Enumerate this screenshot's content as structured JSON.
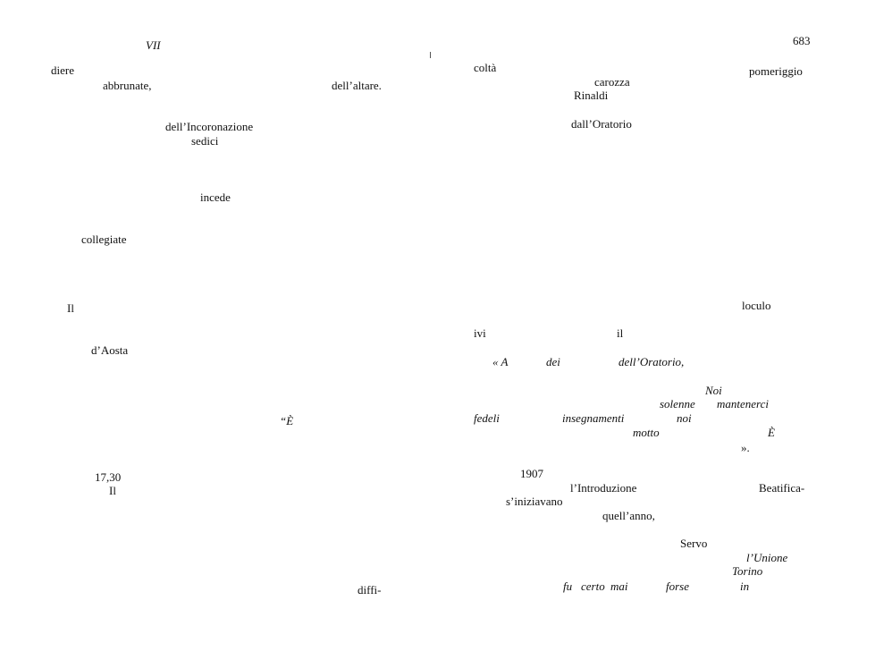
{
  "left_page": {
    "header": "VII",
    "words": [
      {
        "text": "diere",
        "italic": false
      },
      {
        "text": "abbrunate,",
        "italic": false
      },
      {
        "text": "dell’altare.",
        "italic": false
      },
      {
        "text": "dell’Incoronazione",
        "italic": false
      },
      {
        "text": "sedici",
        "italic": false
      },
      {
        "text": "incede",
        "italic": false
      },
      {
        "text": "collegiate",
        "italic": false
      },
      {
        "text": "Il",
        "italic": false
      },
      {
        "text": "d’Aosta",
        "italic": false
      },
      {
        "text": "“È",
        "italic": true
      },
      {
        "text": "17,30",
        "italic": false
      },
      {
        "text": "Il",
        "italic": false
      },
      {
        "text": "diffi-",
        "italic": false
      }
    ]
  },
  "right_page": {
    "page_number": "683",
    "words": [
      {
        "text": "coltà",
        "italic": false
      },
      {
        "text": "pomeriggio",
        "italic": false
      },
      {
        "text": "carozza",
        "italic": false
      },
      {
        "text": "Rinaldi",
        "italic": false
      },
      {
        "text": "dall’Oratorio",
        "italic": false
      },
      {
        "text": "loculo",
        "italic": false
      },
      {
        "text": "ivi",
        "italic": false
      },
      {
        "text": "il",
        "italic": false
      },
      {
        "text": "« A",
        "italic": true
      },
      {
        "text": "dei",
        "italic": true
      },
      {
        "text": "dell’Oratorio,",
        "italic": true
      },
      {
        "text": "Noi",
        "italic": true
      },
      {
        "text": "solenne",
        "italic": true
      },
      {
        "text": "mantenerci",
        "italic": true
      },
      {
        "text": "fedeli",
        "italic": true
      },
      {
        "text": "insegnamenti",
        "italic": true
      },
      {
        "text": "noi",
        "italic": true
      },
      {
        "text": "motto",
        "italic": true
      },
      {
        "text": "È",
        "italic": true
      },
      {
        "text": "».",
        "italic": false
      },
      {
        "text": "1907",
        "italic": false
      },
      {
        "text": "l’Introduzione",
        "italic": false
      },
      {
        "text": "Beatifica-",
        "italic": false
      },
      {
        "text": "s’iniziavano",
        "italic": false
      },
      {
        "text": "quell’anno,",
        "italic": false
      },
      {
        "text": "Servo",
        "italic": false
      },
      {
        "text": "l’Unione",
        "italic": true
      },
      {
        "text": "Torino",
        "italic": true
      },
      {
        "text": "fu",
        "italic": true
      },
      {
        "text": "certo",
        "italic": true
      },
      {
        "text": "mai",
        "italic": true
      },
      {
        "text": "forse",
        "italic": true
      },
      {
        "text": "in",
        "italic": true
      }
    ]
  }
}
